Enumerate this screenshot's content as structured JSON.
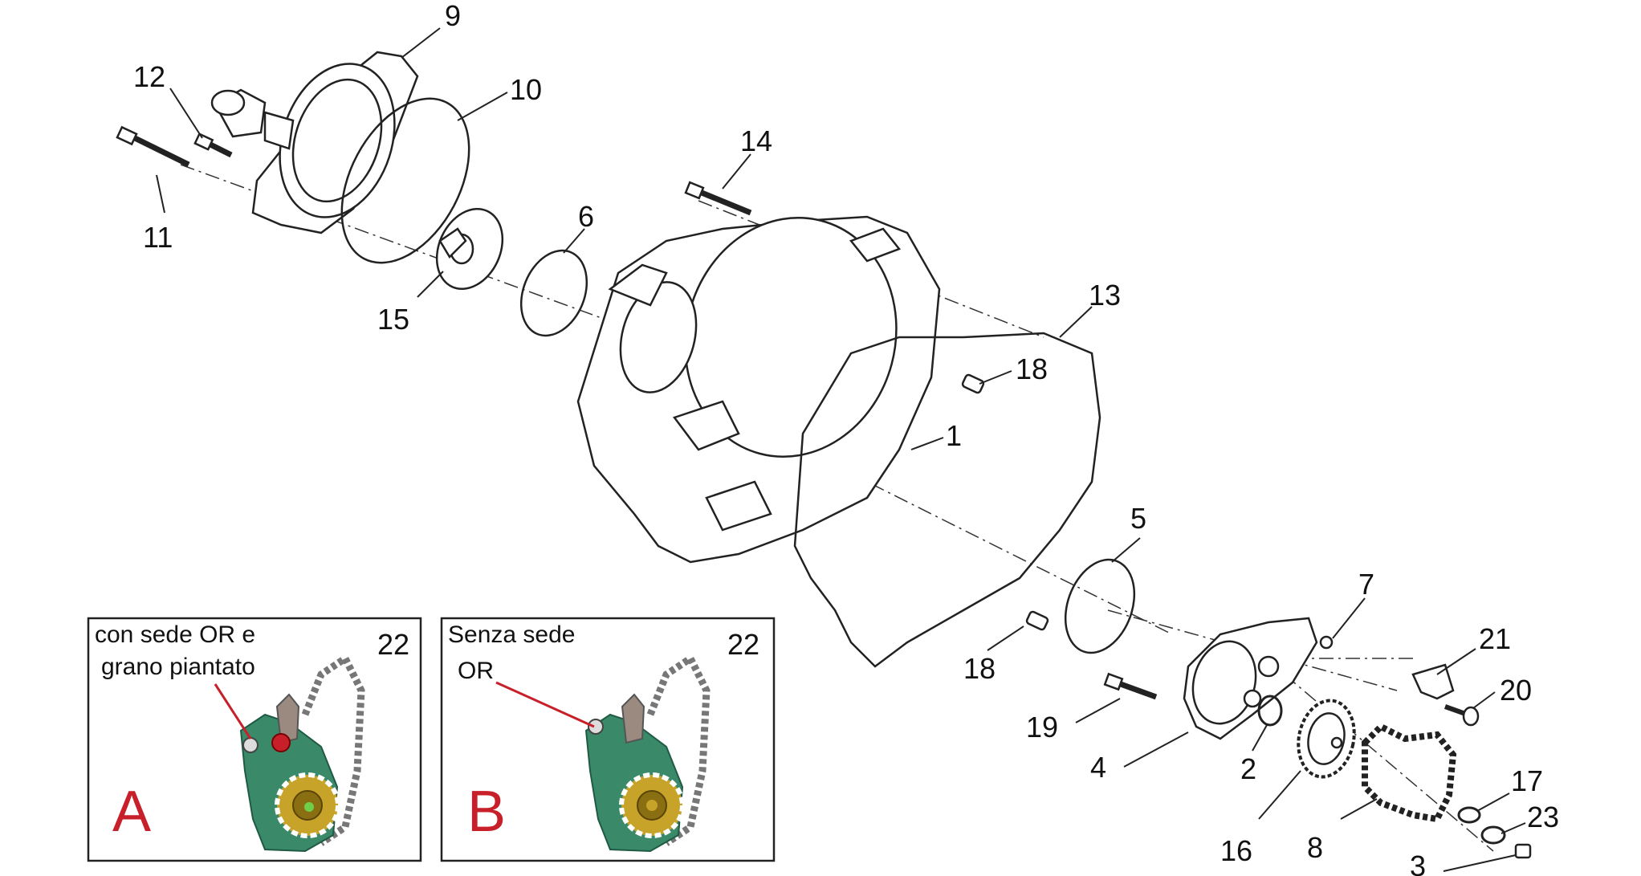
{
  "callouts": [
    "9",
    "12",
    "10",
    "11",
    "14",
    "6",
    "15",
    "13",
    "18",
    "1",
    "5",
    "18",
    "7",
    "21",
    "20",
    "19",
    "4",
    "2",
    "17",
    "23",
    "16",
    "8",
    "3"
  ],
  "inset_a": {
    "line1": "con sede OR e",
    "line2": "grano piantato",
    "part": "22",
    "letter": "A"
  },
  "inset_b": {
    "line1": "Senza sede",
    "line2": "OR",
    "part": "22",
    "letter": "B"
  },
  "colors": {
    "line": "#222222",
    "accent_red": "#c8202a",
    "pump_green": "#3a8a6a",
    "gear_gold": "#c7a32a"
  }
}
